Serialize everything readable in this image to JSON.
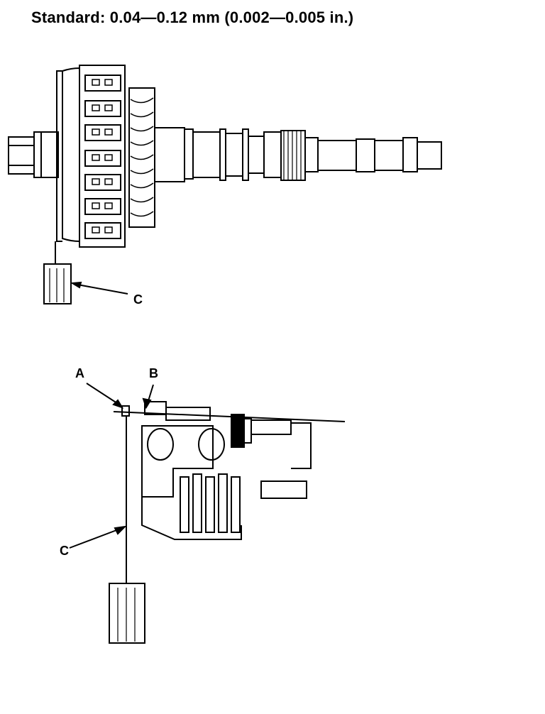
{
  "header": {
    "standard_spec": "Standard: 0.04—0.12 mm (0.002—0.005 in.)"
  },
  "callouts": {
    "top_c": "C",
    "bottom_a": "A",
    "bottom_b": "B",
    "bottom_c": "C"
  },
  "colors": {
    "ink": "#000000",
    "paper": "#ffffff"
  }
}
